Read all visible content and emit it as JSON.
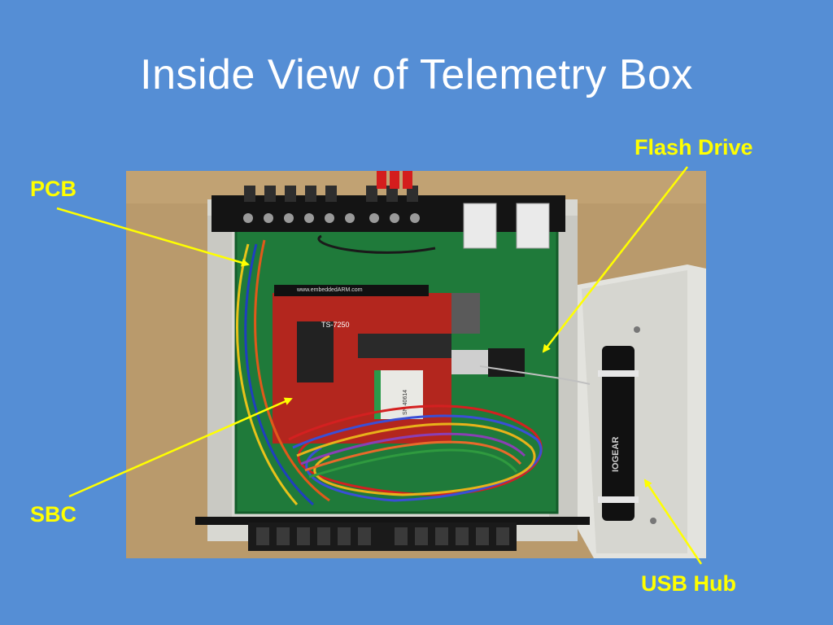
{
  "slide": {
    "title": "Inside View of Telemetry Box",
    "background": "#558ED5",
    "label_color": "#FFFF00"
  },
  "photo": {
    "board_label": "TS-7250",
    "board_url": "www.embeddedARM.com",
    "hub_brand": "IOGEAR",
    "chip_label": "SN 40614"
  },
  "callouts": {
    "pcb": "PCB",
    "sbc": "SBC",
    "flash": "Flash Drive",
    "hub": "USB Hub"
  }
}
